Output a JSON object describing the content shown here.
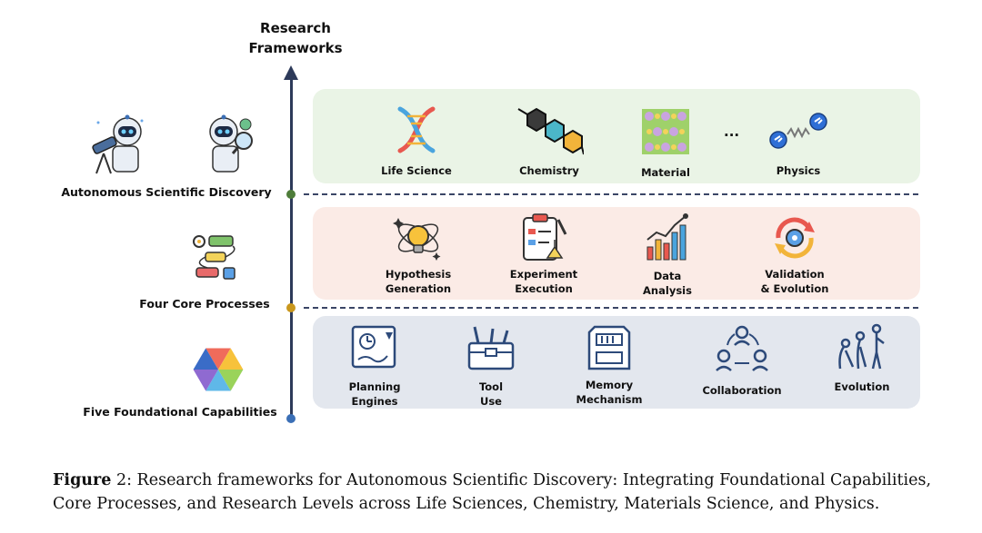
{
  "axis": {
    "title": "Research\nFrameworks"
  },
  "levels": [
    {
      "label": "Autonomous Scientific Discovery",
      "dot_color": "#4e7d3a"
    },
    {
      "label": "Four Core Processes",
      "dot_color": "#c9971d"
    },
    {
      "label": "Five Foundational Capabilities",
      "dot_color": "#3b6fb6"
    }
  ],
  "domains": [
    {
      "label": "Life Science",
      "icon": "dna-icon"
    },
    {
      "label": "Chemistry",
      "icon": "molecule-icon"
    },
    {
      "label": "Material",
      "icon": "crystal-lattice-icon"
    },
    {
      "label": "...",
      "icon": ""
    },
    {
      "label": "Physics",
      "icon": "spring-particles-icon"
    }
  ],
  "processes": [
    {
      "label": "Hypothesis\nGeneration",
      "icon": "lightbulb-icon"
    },
    {
      "label": "Experiment\nExecution",
      "icon": "clipboard-flask-icon"
    },
    {
      "label": "Data\nAnalysis",
      "icon": "bar-chart-icon"
    },
    {
      "label": "Validation\n& Evolution",
      "icon": "cycle-gear-icon"
    }
  ],
  "capabilities": [
    {
      "label": "Planning\nEngines",
      "icon": "planning-board-icon"
    },
    {
      "label": "Tool\nUse",
      "icon": "toolbox-icon"
    },
    {
      "label": "Memory\nMechanism",
      "icon": "memory-card-icon"
    },
    {
      "label": "Collaboration",
      "icon": "collaboration-icon"
    },
    {
      "label": "Evolution",
      "icon": "human-evolution-icon"
    }
  ],
  "caption": {
    "prefix": "Figure",
    "number": " 2",
    "text": ": Research frameworks for Autonomous Scientific Discovery: Integrating Foundational Capabilities, Core Processes, and Research Levels across Life Sciences, Chemistry, Materials Science, and Physics."
  },
  "colors": {
    "axis": "#2d3a5a",
    "panel_top": "#eaf4e6",
    "panel_mid": "#fbebe6",
    "panel_bot": "#e3e7ee"
  }
}
